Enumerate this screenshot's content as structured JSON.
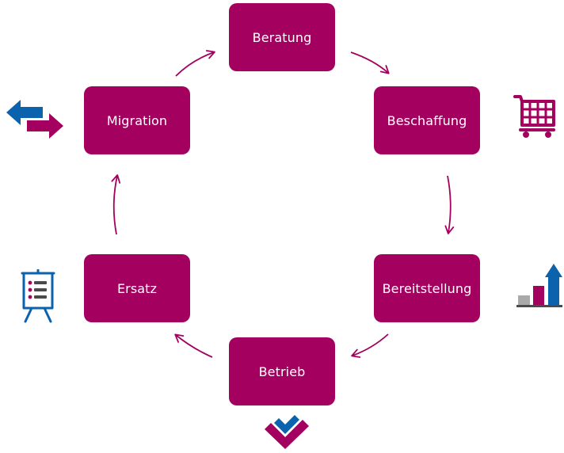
{
  "colors": {
    "primary": "#A3005F",
    "blue": "#0B63AE",
    "gray": "#A9A9A9",
    "dark": "#4A4A4A"
  },
  "cycle": {
    "steps": [
      {
        "id": "beratung",
        "label": "Beratung"
      },
      {
        "id": "beschaffung",
        "label": "Beschaffung"
      },
      {
        "id": "bereitstellung",
        "label": "Bereitstellung"
      },
      {
        "id": "betrieb",
        "label": "Betrieb"
      },
      {
        "id": "ersatz",
        "label": "Ersatz"
      },
      {
        "id": "migration",
        "label": "Migration"
      }
    ]
  },
  "icons": {
    "migration": "exchange-arrows-icon",
    "beschaffung": "shopping-cart-icon",
    "bereitstellung": "bar-chart-growth-icon",
    "betrieb": "double-check-icon",
    "ersatz": "presentation-board-icon"
  }
}
